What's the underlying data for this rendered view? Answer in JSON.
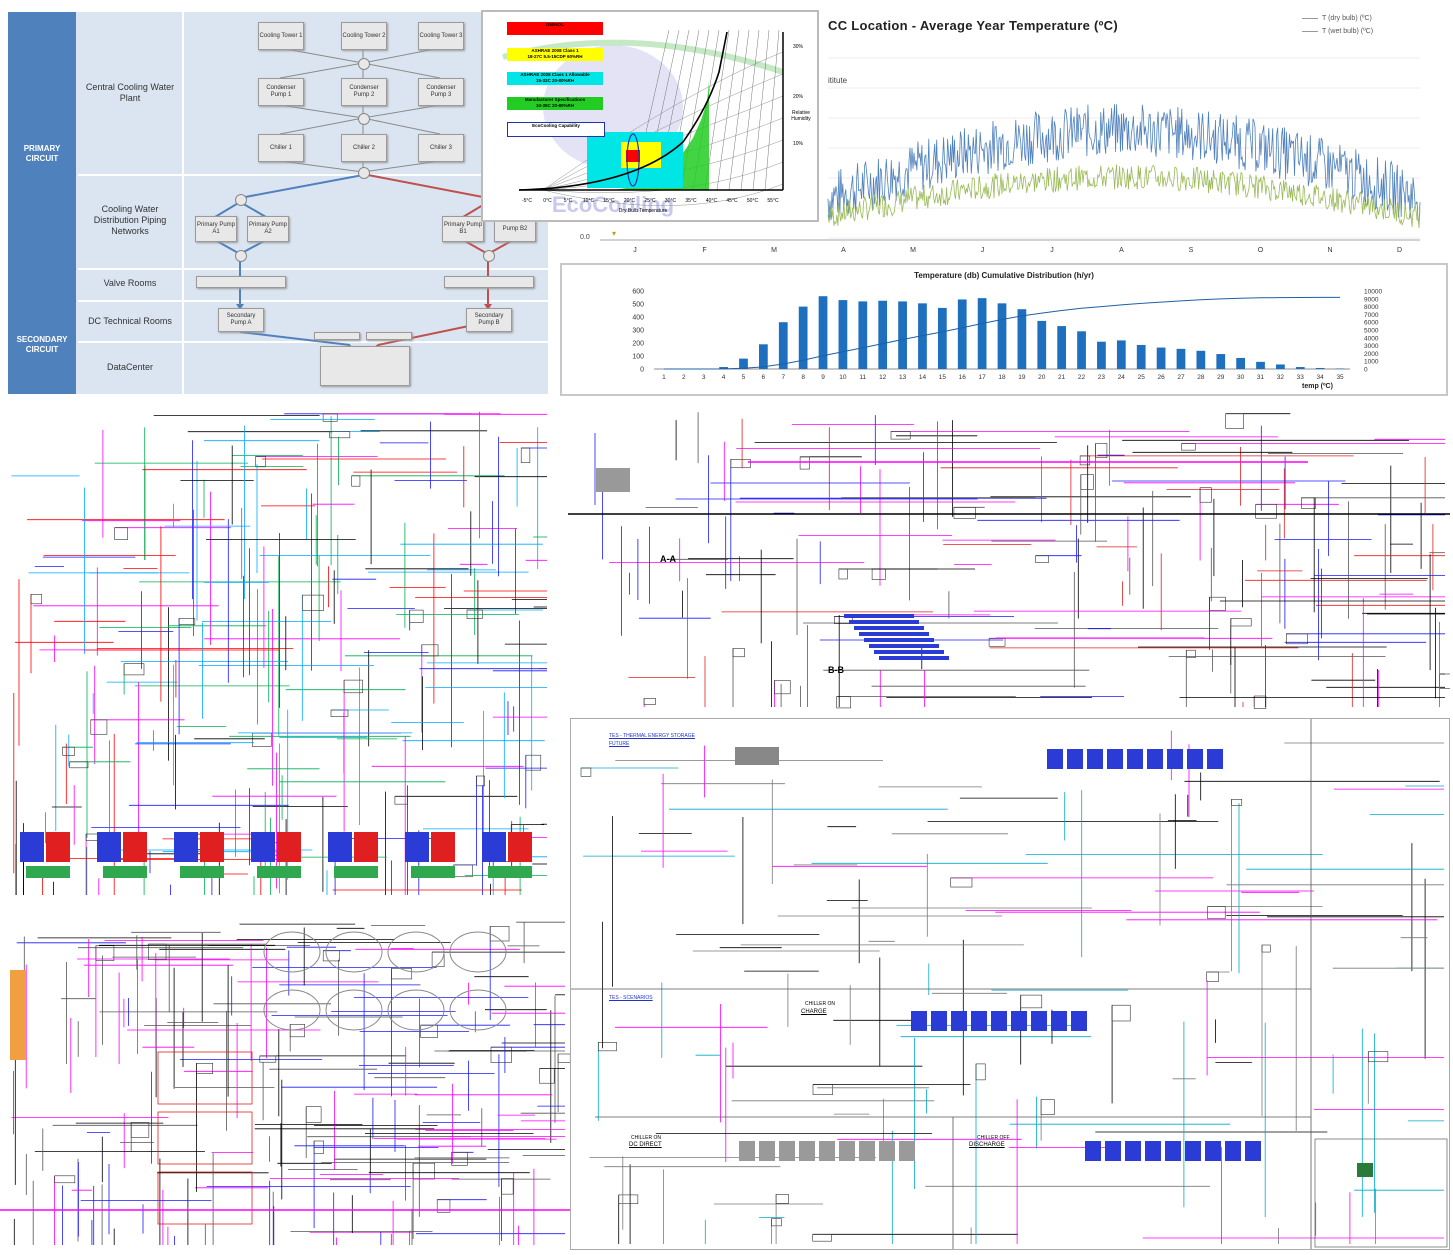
{
  "panel_a": {
    "primary_circuit": "PRIMARY CIRCUIT",
    "secondary_circuit": "SECONDARY CIRCUIT",
    "rows": {
      "central_plant": "Central Cooling Water Plant",
      "distribution": "Cooling Water Distribution Piping Networks",
      "valve_rooms": "Valve Rooms",
      "dc_technical": "DC Technical Rooms",
      "datacenter": "DataCenter"
    },
    "boxes": {
      "tower1": "Cooling Tower 1",
      "tower2": "Cooling Tower 2",
      "tower3": "Cooling Tower 3",
      "cpump1": "Condenser Pump 1",
      "cpump2": "Condenser Pump 2",
      "cpump3": "Condenser Pump 3",
      "chiller1": "Chiller 1",
      "chiller2": "Chiller 2",
      "chiller3": "Chiller 3",
      "ppa1": "Primary Pump A1",
      "ppa2": "Primary Pump A2",
      "ppb1": "Primary Pump B1",
      "ppb2": "Pump B2",
      "spa": "Secondary Pump A",
      "spb": "Secondary Pump B"
    },
    "colors": {
      "bar": "#4f81bd",
      "blue_pipe": "#4f81bd",
      "red_pipe": "#c0504d"
    }
  },
  "panel_b": {
    "legend": [
      {
        "label": "OMINOU",
        "color": "#ff0000"
      },
      {
        "label": "ASHRAE 2008 Class 1",
        "sub": "18-27C 5.5-15CDP 60%RH",
        "color": "#ffff00"
      },
      {
        "label": "ASHRAE 2008 Class 1 Allowable",
        "sub": "15-32C 20-80%RH",
        "color": "#00e5e5"
      },
      {
        "label": "Manufacturer Specifications",
        "sub": "10-35C 20-80%RH",
        "color": "#22cc22"
      },
      {
        "label": "EcoCooling Capability",
        "color": "#ffffff"
      }
    ],
    "x_ticks": [
      "-5°C",
      "0°C",
      "5°C",
      "10°C",
      "15°C",
      "20°C",
      "25°C",
      "30°C",
      "35°C",
      "40°C",
      "45°C",
      "50°C",
      "55°C"
    ],
    "xlabel": "Dry Bulb Temperature",
    "rh_label": "Relative Humidity",
    "rh_ticks": [
      "30%",
      "20%",
      "10%"
    ],
    "watermark": "EcoCooling"
  },
  "chart_data": [
    {
      "type": "line",
      "title": "CC Location - Average Year Temperature (ºC)",
      "subtitle_fragment": "ititute",
      "series": [
        {
          "name": "T (dry bulb) (ºC)",
          "color": "#4f81bd"
        },
        {
          "name": "T (wet bulb) (ºC)",
          "color": "#9bbb59"
        }
      ],
      "x_ticks": [
        "J",
        "F",
        "M",
        "A",
        "M",
        "J",
        "J",
        "A",
        "S",
        "O",
        "N",
        "D"
      ],
      "y_tick_visible": "0.0"
    },
    {
      "type": "bar",
      "title": "Temperature (db) Cumulative Distribution (h/yr)",
      "xlabel": "temp (ºC)",
      "categories": [
        1,
        2,
        3,
        4,
        5,
        6,
        7,
        8,
        9,
        10,
        11,
        12,
        13,
        14,
        15,
        16,
        17,
        18,
        19,
        20,
        21,
        22,
        23,
        24,
        25,
        26,
        27,
        28,
        29,
        30,
        31,
        32,
        33,
        34,
        35
      ],
      "values": [
        0,
        0,
        2,
        15,
        80,
        190,
        360,
        480,
        560,
        530,
        520,
        525,
        520,
        505,
        470,
        535,
        545,
        505,
        460,
        370,
        330,
        290,
        210,
        220,
        185,
        165,
        155,
        140,
        115,
        85,
        55,
        35,
        15,
        8,
        4
      ],
      "cumulative_values": [
        0,
        0,
        2,
        17,
        97,
        287,
        647,
        1127,
        1687,
        2217,
        2737,
        3262,
        3782,
        4287,
        4757,
        5292,
        5837,
        6342,
        6802,
        7172,
        7502,
        7792,
        8002,
        8222,
        8407,
        8572,
        8727,
        8867,
        8982,
        9067,
        9122,
        9157,
        9172,
        9180,
        9184
      ],
      "ylim": [
        0,
        600
      ],
      "y_ticks": [
        "0",
        "100",
        "200",
        "300",
        "400",
        "500",
        "600"
      ],
      "y2lim": [
        0,
        10000
      ],
      "y2_ticks": [
        "0",
        "1000",
        "2000",
        "3000",
        "4000",
        "5000",
        "6000",
        "7000",
        "8000",
        "9000",
        "10000"
      ],
      "bar_color": "#1f6fbf",
      "line_color": "#1f5fa8"
    }
  ],
  "drawings": {
    "section_aa": "A-A",
    "section_bb": "B-B",
    "tes_title": "TES - THERMAL ENERGY STORAGE",
    "tes_future": "FUTURE",
    "tes_scenarios": "TES - SCENARIOS",
    "chiller_on": "CHILLER ON",
    "charge": "CHARGE",
    "chiller_on_dc": "CHILLER ON",
    "dc_direct": "DC DIRECT",
    "chiller_off": "CHILLER OFF",
    "discharge": "DISCHARGE"
  }
}
